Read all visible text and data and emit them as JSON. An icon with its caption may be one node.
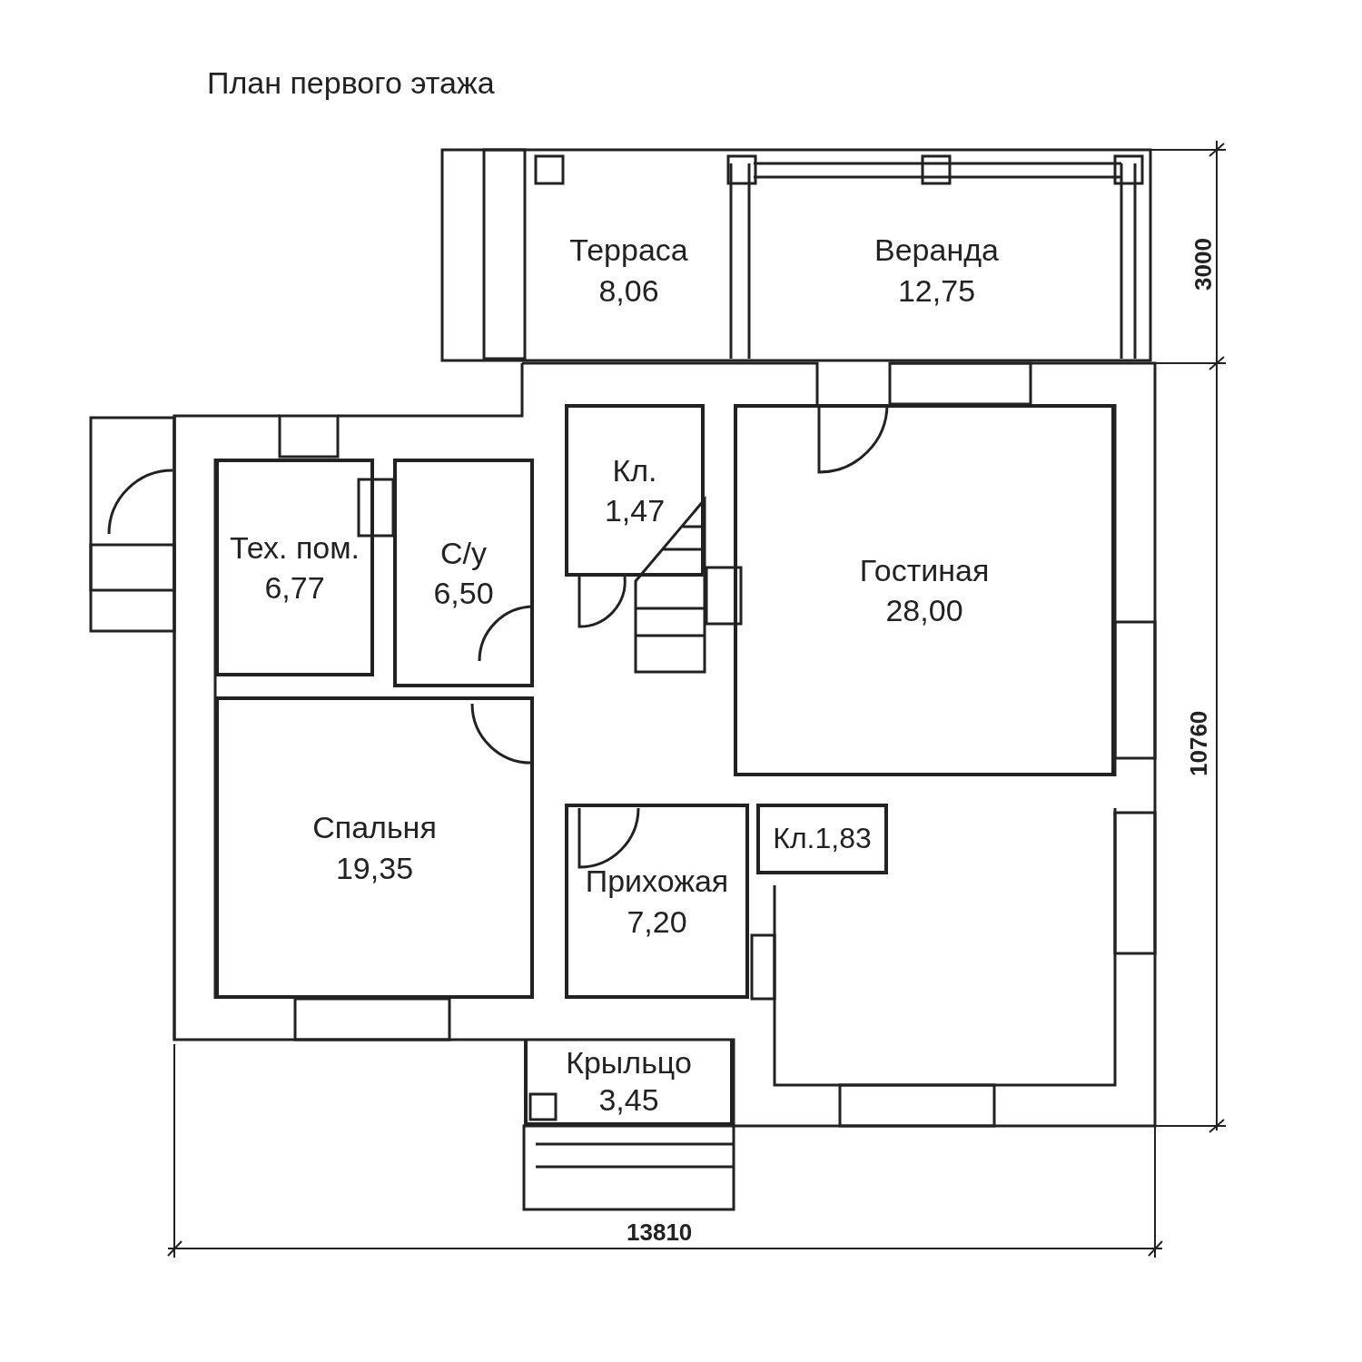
{
  "diagram": {
    "title": "План первого этажа",
    "nodes": [
      {
        "text": [
          "Терраса",
          "8,06"
        ]
      },
      {
        "text": [
          "Веранда",
          "12,75"
        ]
      },
      {
        "text": [
          "Кл.",
          "1,47"
        ]
      },
      {
        "text": [
          "Тех. пом.",
          "6,77"
        ]
      },
      {
        "text": [
          "С/у",
          "6,50"
        ]
      },
      {
        "text": [
          "Гостиная",
          "28,00"
        ]
      },
      {
        "text": [
          "Спальня",
          "19,35"
        ]
      },
      {
        "text": [
          "Кл.1,83"
        ]
      },
      {
        "text": [
          "Прихожая",
          "7,20"
        ]
      },
      {
        "text": [
          "Крыльцо",
          "3,45"
        ]
      }
    ],
    "edges": [],
    "labels": [
      "3000",
      "10760",
      "13810"
    ]
  }
}
